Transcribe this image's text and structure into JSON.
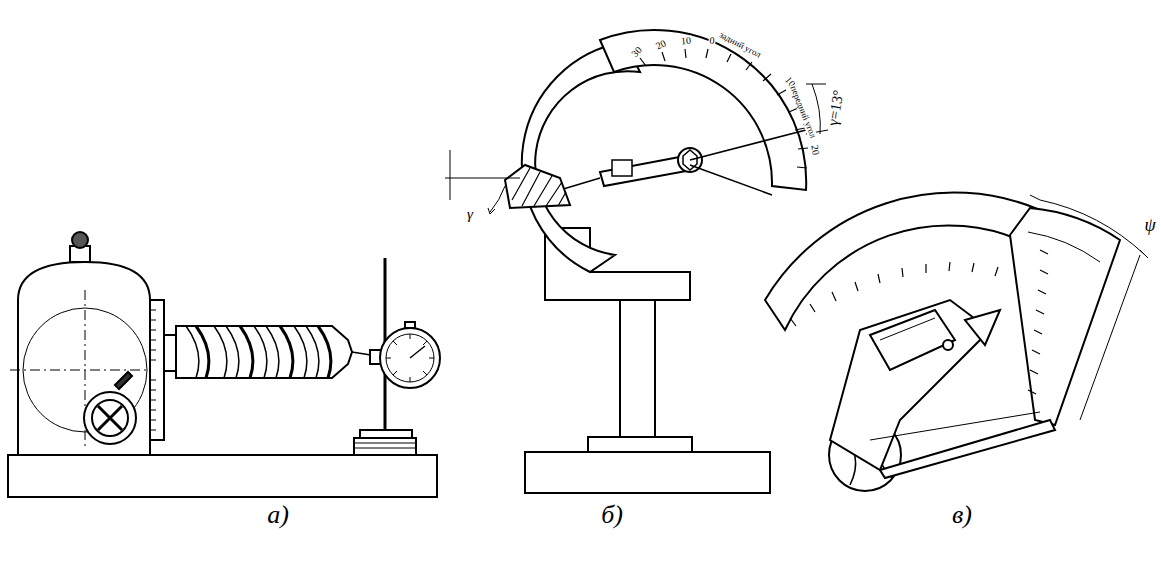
{
  "diagram": {
    "labels": [
      "а)",
      "б)",
      "в)",
      "γ=13°",
      "γ",
      "ψ",
      "30",
      "20",
      "10",
      "0",
      "10",
      "20",
      "задний угол",
      "передний угол"
    ]
  }
}
